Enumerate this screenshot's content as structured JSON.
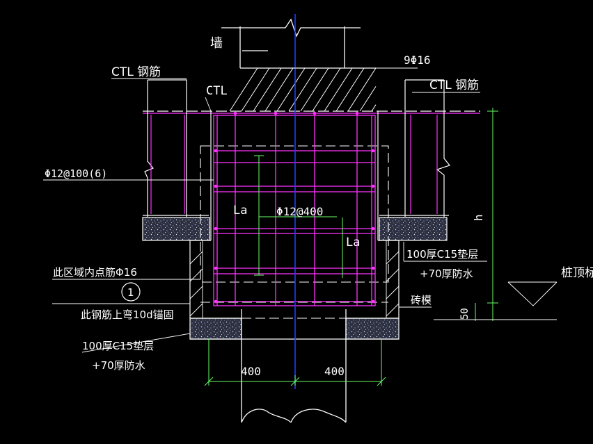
{
  "labels": {
    "wall": "墙",
    "top_rebar": "9Φ16",
    "ctl_rebar_left": "CTL 钢筋",
    "ctl_mid": "CTL",
    "ctl_rebar_right": "CTL 钢筋",
    "stirrup": "Φ12@100(6)",
    "anchor_la_left": "La",
    "mesh": "Φ12@400",
    "anchor_la_right": "La",
    "height": "h",
    "cushion_right_1": "100厚C15垫层",
    "cushion_right_2": "+70厚防水",
    "pile_top": "桩顶标高",
    "region_rebar": "此区域内点筋Φ16",
    "callout_number": "1",
    "rebar_bend": "此钢筋上弯10d锚固",
    "brick_mould": "砖模",
    "dim_50": "50",
    "cushion_left_1": "100厚C15垫层",
    "cushion_left_2": "+70厚防水",
    "dim_left": "400",
    "dim_right": "400"
  },
  "colors": {
    "background": "#000000",
    "outline": "#ffffff",
    "rebar": "#ff33ff",
    "axis": "#1e3cff",
    "dimension": "#66ff66",
    "grey": "#8a8a8a"
  }
}
